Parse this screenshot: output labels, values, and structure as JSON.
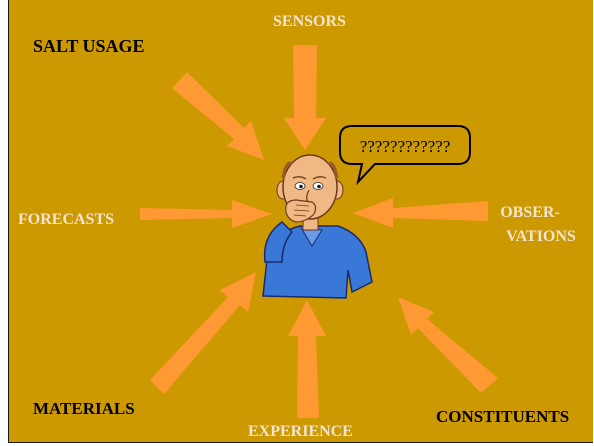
{
  "colors": {
    "background": "#cc9900",
    "arrow": "#ff9933",
    "dark_text": "#000000",
    "light_text": "#f3e3cf",
    "shirt": "#3a78d8",
    "skin": "#f0b884"
  },
  "labels": {
    "salt_usage": "SALT USAGE",
    "sensors": "SENSORS",
    "forecasts": "FORECASTS",
    "observations_line1": "OBSER-",
    "observations_line2": "VATIONS",
    "materials": "MATERIALS",
    "experience": "EXPERIENCE",
    "constituents": "CONSTITUENTS"
  },
  "bubble": {
    "text": "????????????"
  },
  "figure": {
    "icon": "thinking-man-icon"
  }
}
